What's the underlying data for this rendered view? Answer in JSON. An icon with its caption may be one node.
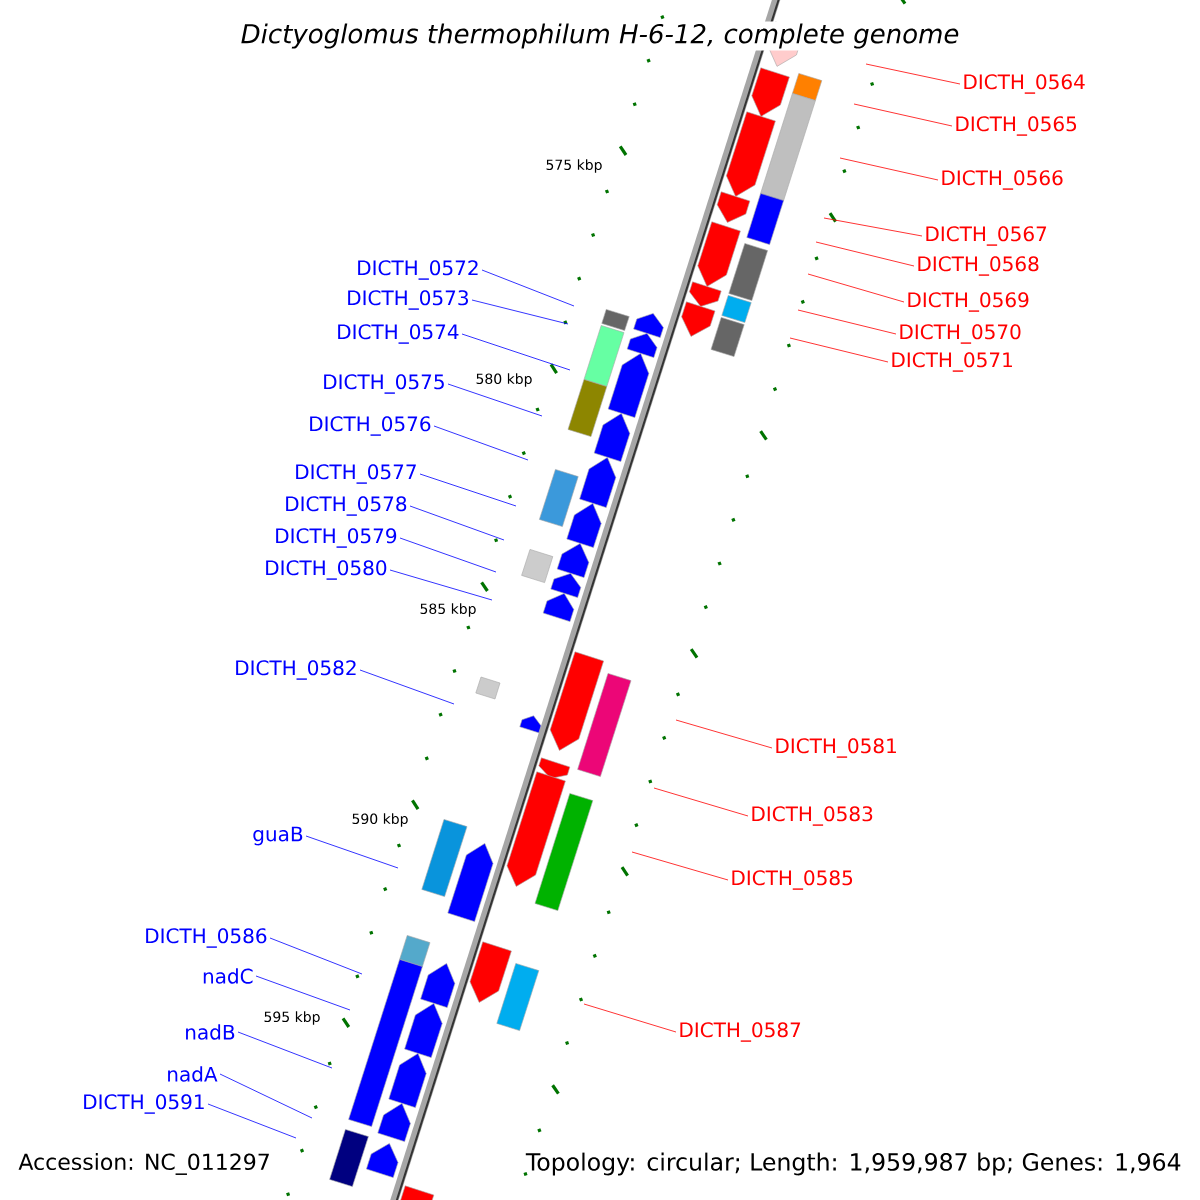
{
  "diagram": {
    "title": "Dictyoglomus thermophilum H-6-12, complete genome",
    "nodes": [
      {
        "text": [
          "DICTH_0564"
        ]
      },
      {
        "text": [
          "DICTH_0565"
        ]
      },
      {
        "text": [
          "DICTH_0566"
        ]
      },
      {
        "text": [
          "DICTH_0567"
        ]
      },
      {
        "text": [
          "DICTH_0568"
        ]
      },
      {
        "text": [
          "DICTH_0569"
        ]
      },
      {
        "text": [
          "DICTH_0570"
        ]
      },
      {
        "text": [
          "DICTH_0571"
        ]
      },
      {
        "text": [
          "DICTH_0572"
        ]
      },
      {
        "text": [
          "DICTH_0573"
        ]
      },
      {
        "text": [
          "DICTH_0574"
        ]
      },
      {
        "text": [
          "DICTH_0575"
        ]
      },
      {
        "text": [
          "DICTH_0576"
        ]
      },
      {
        "text": [
          "DICTH_0577"
        ]
      },
      {
        "text": [
          "DICTH_0578"
        ]
      },
      {
        "text": [
          "DICTH_0579"
        ]
      },
      {
        "text": [
          "DICTH_0580"
        ]
      },
      {
        "text": [
          "DICTH_0582"
        ]
      },
      {
        "text": [
          "DICTH_0581"
        ]
      },
      {
        "text": [
          "DICTH_0583"
        ]
      },
      {
        "text": [
          "guaB"
        ]
      },
      {
        "text": [
          "DICTH_0585"
        ]
      },
      {
        "text": [
          "DICTH_0586"
        ]
      },
      {
        "text": [
          "nadC"
        ]
      },
      {
        "text": [
          "DICTH_0587"
        ]
      },
      {
        "text": [
          "nadB"
        ]
      },
      {
        "text": [
          "nadA"
        ]
      },
      {
        "text": [
          "DICTH_0591"
        ]
      }
    ],
    "edges": [
      {
        "from": 0,
        "to": null,
        "arrow": "none",
        "color": "#ff0000"
      },
      {
        "from": 1,
        "to": null,
        "arrow": "none",
        "color": "#ff0000"
      },
      {
        "from": 2,
        "to": null,
        "arrow": "none",
        "color": "#ff0000"
      },
      {
        "from": 3,
        "to": null,
        "arrow": "none",
        "color": "#ff0000"
      },
      {
        "from": 4,
        "to": null,
        "arrow": "none",
        "color": "#ff0000"
      },
      {
        "from": 5,
        "to": null,
        "arrow": "none",
        "color": "#ff0000"
      },
      {
        "from": 6,
        "to": null,
        "arrow": "none",
        "color": "#ff0000"
      },
      {
        "from": 7,
        "to": null,
        "arrow": "none",
        "color": "#ff0000"
      },
      {
        "from": 8,
        "to": null,
        "arrow": "none"
      },
      {
        "from": 9,
        "to": null,
        "arrow": "none"
      },
      {
        "from": 10,
        "to": null,
        "arrow": "none"
      },
      {
        "from": 11,
        "to": null,
        "arrow": "none"
      },
      {
        "from": 12,
        "to": null,
        "arrow": "none"
      },
      {
        "from": 13,
        "to": null,
        "arrow": "none"
      },
      {
        "from": 14,
        "to": null,
        "arrow": "none"
      },
      {
        "from": 15,
        "to": null,
        "arrow": "none"
      },
      {
        "from": 16,
        "to": null,
        "arrow": "none"
      },
      {
        "from": 17,
        "to": null,
        "arrow": "none"
      },
      {
        "from": 18,
        "to": null,
        "arrow": "none",
        "color": "#ff0000"
      },
      {
        "from": 19,
        "to": null,
        "arrow": "none",
        "color": "#ff0000"
      },
      {
        "from": 20,
        "to": null,
        "arrow": "none"
      },
      {
        "from": 21,
        "to": null,
        "arrow": "none",
        "color": "#ff0000"
      },
      {
        "from": 22,
        "to": null,
        "arrow": "none"
      },
      {
        "from": 23,
        "to": null,
        "arrow": "none"
      },
      {
        "from": 24,
        "to": null,
        "arrow": "none",
        "color": "#ff0000"
      },
      {
        "from": 25,
        "to": null,
        "arrow": "none"
      },
      {
        "from": 26,
        "to": null,
        "arrow": "none"
      },
      {
        "from": 27,
        "to": null,
        "arrow": "none"
      }
    ],
    "labels": [
      "575 kbp",
      "580 kbp",
      "585 kbp",
      "590 kbp",
      "595 kbp",
      "Accession: NC_011297",
      "Topology: circular; Length: 1,959,987 bp; Genes: 1,964"
    ]
  }
}
